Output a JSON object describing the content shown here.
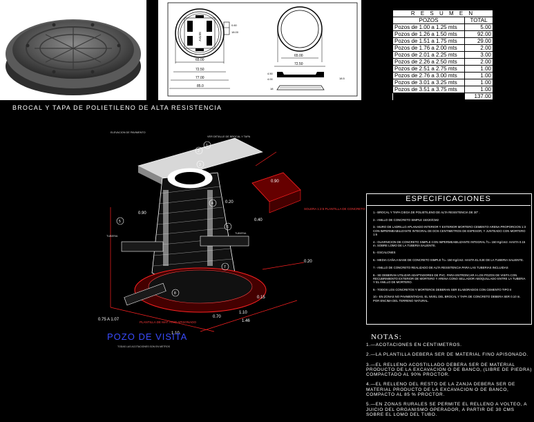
{
  "caption": "BROCAL Y TAPA DE POLIETILENO DE ALTA RESISTENCIA",
  "plan_drawing": {
    "left_dims": [
      "65.00",
      "72.50",
      "77.00",
      "85.0"
    ],
    "side_dims": [
      "0.60",
      "18.00"
    ],
    "right_dims": [
      "65.00",
      "72.50",
      "4.50",
      "4.00",
      "18.5",
      "18"
    ],
    "lid_text": "SETAY"
  },
  "summary": {
    "title": "R E S U M E N",
    "col_pozos": "POZOS",
    "col_total": "TOTAL",
    "rows": [
      {
        "label": "Pozos de 1.00 a 1.25 mts",
        "total": "5.00"
      },
      {
        "label": "Pozos de 1.26 a 1.50 mts",
        "total": "92.00"
      },
      {
        "label": "Pozos de 1.51 a 1.75 mts",
        "total": "29.00"
      },
      {
        "label": "Pozos de 1.76 a 2.00 mts",
        "total": "2.00"
      },
      {
        "label": "Pozos de 2.01 a 2.25 mts",
        "total": "3.00"
      },
      {
        "label": "Pozos de 2.26 a 2.50 mts",
        "total": "2.00"
      },
      {
        "label": "Pozos de 2.51 a 2.75 mts",
        "total": "1.00"
      },
      {
        "label": "Pozos de 2.76 a 3.00 mts",
        "total": "1.00"
      },
      {
        "label": "Pozos de 3.01 a 3.25 mts",
        "total": "1.00"
      },
      {
        "label": "Pozos de 3.51 a 3.75 mts",
        "total": "1.00"
      }
    ],
    "grand_total": "137.00"
  },
  "drawing_labels": {
    "elevacion": "ELEVACION DE PAVIMENTO",
    "ver_detalle": "VER DETALLE DE BROCAL Y TAPA",
    "tuberia_left": "TUBERIA",
    "tuberia_right": "TUBERIA",
    "plantilla": "PLANTILLA DE MAT. FINO APISONADO",
    "solera": "SOLERA 1:2:5 PLANTILLA DE CONCRETO",
    "dims": [
      "0.70",
      "0.75 A 1.07",
      "1.10",
      "1.46",
      "0.40",
      "0.90",
      "0.20",
      "0.90",
      "1.10",
      "0.15",
      "0.20"
    ],
    "numbers": [
      "1",
      "2",
      "3",
      "4",
      "5",
      "6",
      "7",
      "8"
    ]
  },
  "pozo_title": "POZO DE VISITA",
  "detail_note": "TODAS LAS ACOTACIONES SON EN METROS",
  "specifications": {
    "title": "ESPECIFICACIONES",
    "items": [
      "1.- BROCAL Y TAPA CIEGA DE POLIETILENO DE ALTA RESISTENCIA DE 30\" .",
      "2.- ANILLO DE CONCRETO SIMPLE 15X20/CM2",
      "3.- MURO DE LADRILLO APLANADO INTERIOR Y EXTERIOR MORTERO CEMENTO-ARENA PROPORCION 1:3 CON IMPERMEABILIZANTE INTEGRAL DE DOS CENTIMETROS DE ESPESOR, Y JUNTEADO CON MORTERO 1:6",
      "4.- GUARNICION DE CONCRETO SIMPLE CON IMPERMEABILIZANTE INTEGRAL f'c= 150 Kg/cm2. HASTA 0.15 m. SOBRE LOMO DE LA TUBERIA SALIENTE.",
      "5.- ESCALONES",
      "6.- MEDIA CAÑA A BASE DE CONCRETO SIMPLE f'c= 150 Kg/cm2. HASTA EL EJE DE LA TUBERIA SALIENTE.",
      "7.- ANILLO DE CONCRETO REALIZADO DE ALTA RESISTENCIA PARA LAS TUBERIAS INCLUIDAS",
      "8.- SE DEBERAN UTILIZAR ADAPTADORES DE PVC. PARA ENTRONCAR A LOS POZOS DE VISITA CON RECUBRIMIENTO EXTERIOR DE MORTERO Y ARENA CONO SELLADOR ABOQUILLADO ENTRE LA TUBERIA Y EL ANILLO DE MORTERO.",
      "9.- TODOS LOS CONCRETOS Y MORTEROS DEBERAN SER ELABORADOS CON CEMENTO TIPO II",
      "10.- EN ZONAS NO PAVIMENTADAS, EL NIVEL DEL BROCAL Y TAPA DE CONCRETO DEBERA SER 0.10 m. POR ENCIMA DEL TERRENO NATURAL."
    ]
  },
  "notes": {
    "title": "NOTAS:",
    "items": [
      "1.—ACOTACIONES EN CENTIMETROS.",
      "2.—LA PLANTILLA DEBERA SER DE MATERIAL FINO APISONADO.",
      "3.—EL RELLENO ACOSTILLADO DEBERA SER DE MATERIAL PRODUCTO DE LA EXCAVACION O DE BANCO, (LIBRE DE PIEDRA) COMPACTADO AL 90% PROCTOR.",
      "4.—EL RELLENO DEL RESTO DE LA ZANJA DEBERA SER DE MATERIAL PRODUCTO DE LA EXCAVACION O DE BANCO, COMPACTO AL 85 % PROCTOR.",
      "5.—EN ZONAS RURALES SE PERMITE EL RELLENO A VOLTEO, A JUICIO DEL ORGANISMO OPERADOR, A PARTIR DE 30 CMS SOBRE EL LOMO DEL TUBO."
    ]
  }
}
